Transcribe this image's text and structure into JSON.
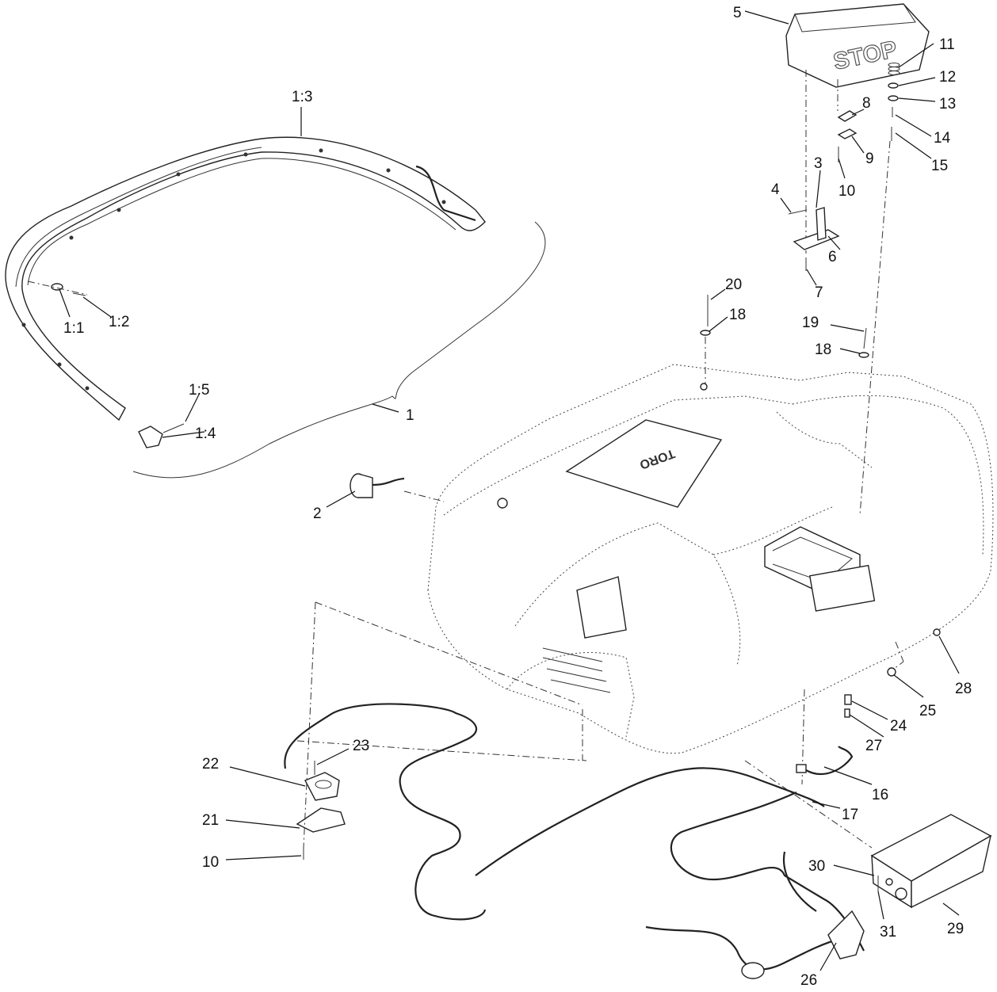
{
  "figure": {
    "stop_text": "STOP",
    "hood_badge": "TORO"
  },
  "callouts": {
    "c1": "1",
    "c1_1": "1:1",
    "c1_2": "1:2",
    "c1_3": "1:3",
    "c1_4": "1:4",
    "c1_5": "1:5",
    "c2": "2",
    "c3": "3",
    "c4": "4",
    "c5": "5",
    "c6": "6",
    "c7": "7",
    "c8": "8",
    "c9": "9",
    "c10a": "10",
    "c10b": "10",
    "c11": "11",
    "c12": "12",
    "c13": "13",
    "c14": "14",
    "c15": "15",
    "c16": "16",
    "c17": "17",
    "c18a": "18",
    "c18b": "18",
    "c19": "19",
    "c20": "20",
    "c21": "21",
    "c22": "22",
    "c23": "23",
    "c24": "24",
    "c25": "25",
    "c26": "26",
    "c27": "27",
    "c28": "28",
    "c29": "29",
    "c30": "30",
    "c31": "31"
  }
}
